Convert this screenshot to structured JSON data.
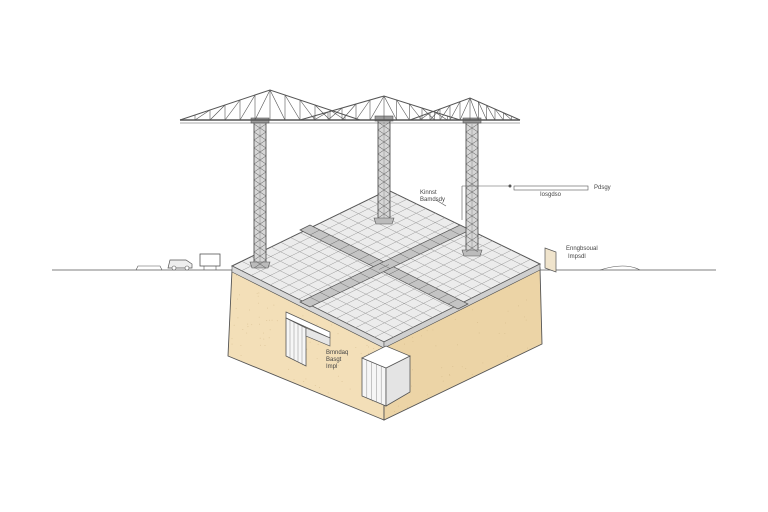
{
  "colors": {
    "background": "#ffffff",
    "line": "#555555",
    "soil": "#f3dfb8",
    "soil_dark": "#e9cf9f",
    "deck": "#ececec",
    "steel": "#8a8a8a"
  },
  "annotations": {
    "upper_left_1": "Kinnst",
    "upper_left_2": "Bamdsdy",
    "upper_mid": "Iosgdso",
    "upper_right": "Pdsgy",
    "right_1": "Enngbsoual",
    "right_2": "Impsdl",
    "inner_1": "Bmndaq",
    "inner_2": "Basgt",
    "inner_3": "Impl"
  }
}
